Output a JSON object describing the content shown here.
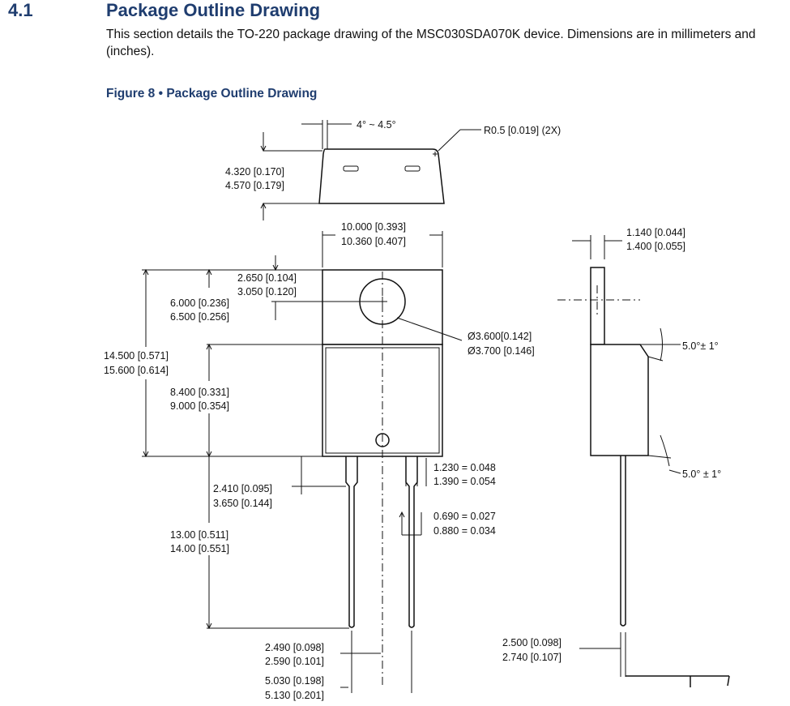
{
  "section": {
    "number": "4.1",
    "title": "Package Outline Drawing",
    "intro": "This section details the TO-220 package drawing of the MSC030SDA070K device. Dimensions are in millimeters and (inches)."
  },
  "figure": {
    "caption": "Figure 8 • Package Outline Drawing",
    "dimensions": {
      "draft_angle": "4° ~ 4.5°",
      "radius": "R0.5 [0.019] (2X)",
      "top_height_min": "4.320 [0.170]",
      "top_height_max": "4.570 [0.179]",
      "body_width_min": "10.000 [0.393]",
      "body_width_max": "10.360 [0.407]",
      "hole_offset_min": "2.650 [0.104]",
      "hole_offset_max": "3.050 [0.120]",
      "tab_to_hole_min": "6.000 [0.236]",
      "tab_to_hole_max": "6.500 [0.256]",
      "hole_dia_min": "Ø3.600[0.142]",
      "hole_dia_max": "Ø3.700 [0.146]",
      "overall_height_min": "14.500 [0.571]",
      "overall_height_max": "15.600 [0.614]",
      "body_height_min": "8.400 [0.331]",
      "body_height_max": "9.000 [0.354]",
      "lead_shoulder_min": "2.410 [0.095]",
      "lead_shoulder_max": "3.650 [0.144]",
      "lead_width_min": "1.230 = 0.048",
      "lead_width_max": "1.390 = 0.054",
      "lead_narrow_min": "0.690 = 0.027",
      "lead_narrow_max": "0.880 = 0.034",
      "lead_length_min": "13.00 [0.511]",
      "lead_length_max": "14.00 [0.551]",
      "pitch_min": "2.490 [0.098]",
      "pitch_max": "2.590 [0.101]",
      "span_min": "5.030 [0.198]",
      "span_max": "5.130 [0.201]",
      "tab_thick_min": "1.140 [0.044]",
      "tab_thick_max": "1.400 [0.055]",
      "angle_top": "5.0°± 1°",
      "angle_bottom": "5.0° ± 1°",
      "lead_thick_min": "2.500 [0.098]",
      "lead_thick_max": "2.740 [0.107]"
    }
  }
}
